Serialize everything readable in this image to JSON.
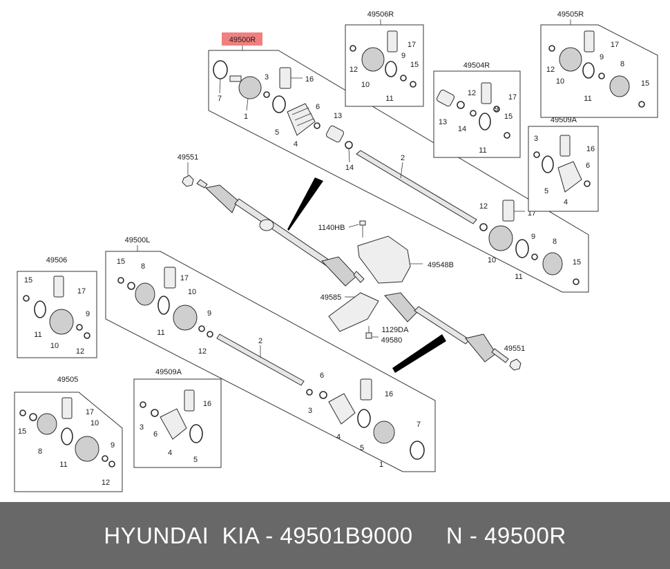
{
  "highlight_color": "#f08080",
  "footer_bg": "#686868",
  "footer": {
    "text": "HYUNDAI  KIA - 49501B9000     N - 49500R"
  },
  "groups": {
    "g49500R": "49500R",
    "g49506R": "49506R",
    "g49505R": "49505R",
    "g49504R": "49504R",
    "g49509A_right": "49509A",
    "g49500L": "49500L",
    "g49506": "49506",
    "g49505": "49505",
    "g49509A_left": "49509A"
  },
  "standalone": {
    "nut_top": "49551",
    "nut_bottom": "49551",
    "bolt": "1140HB",
    "bracket": "49548B",
    "cover": "49585",
    "screw_a": "1129DA",
    "screw_b": "49580"
  },
  "parts": {
    "p1": "1",
    "p2": "2",
    "p3": "3",
    "p4": "4",
    "p5": "5",
    "p6": "6",
    "p7": "7",
    "p8": "8",
    "p9": "9",
    "p10": "10",
    "p11": "11",
    "p12": "12",
    "p13": "13",
    "p14": "14",
    "p15": "15",
    "p16": "16",
    "p17": "17"
  }
}
